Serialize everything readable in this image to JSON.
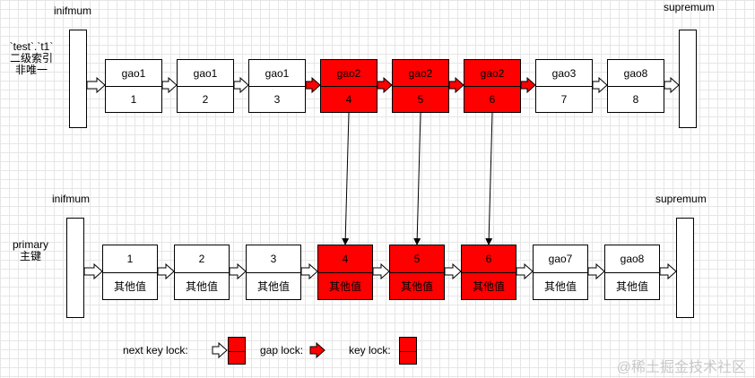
{
  "secondary_index": {
    "label_lines": [
      "`test`.`t1`",
      "二级索引",
      "非唯一"
    ],
    "inf_label": "inifmum",
    "sup_label": "supremum",
    "records": [
      {
        "key": "gao1",
        "id": "1",
        "locked": false,
        "arrow": "next-key"
      },
      {
        "key": "gao1",
        "id": "2",
        "locked": false,
        "arrow": "next-key"
      },
      {
        "key": "gao1",
        "id": "3",
        "locked": false,
        "arrow": "next-key"
      },
      {
        "key": "gao2",
        "id": "4",
        "locked": true,
        "arrow": "gap"
      },
      {
        "key": "gao2",
        "id": "5",
        "locked": true,
        "arrow": "gap"
      },
      {
        "key": "gao2",
        "id": "6",
        "locked": true,
        "arrow": "gap"
      },
      {
        "key": "gao3",
        "id": "7",
        "locked": false,
        "arrow": "gap"
      },
      {
        "key": "gao8",
        "id": "8",
        "locked": false,
        "arrow": "next-key"
      }
    ],
    "last_arrow": "next-key"
  },
  "primary_index": {
    "label_lines": [
      "primary",
      "主键"
    ],
    "inf_label": "inifmum",
    "sup_label": "supremum",
    "records": [
      {
        "key": "1",
        "value": "其他值",
        "locked": false,
        "arrow": "next-key"
      },
      {
        "key": "2",
        "value": "其他值",
        "locked": false,
        "arrow": "next-key"
      },
      {
        "key": "3",
        "value": "其他值",
        "locked": false,
        "arrow": "next-key"
      },
      {
        "key": "4",
        "value": "其他值",
        "locked": true,
        "arrow": "next-key"
      },
      {
        "key": "5",
        "value": "其他值",
        "locked": true,
        "arrow": "next-key"
      },
      {
        "key": "6",
        "value": "其他值",
        "locked": true,
        "arrow": "next-key"
      },
      {
        "key": "gao7",
        "value": "其他值",
        "locked": false,
        "arrow": "next-key"
      },
      {
        "key": "gao8",
        "value": "其他值",
        "locked": false,
        "arrow": "next-key"
      }
    ],
    "last_arrow": "next-key"
  },
  "links": [
    {
      "from_record": 3,
      "to_record": 3
    },
    {
      "from_record": 4,
      "to_record": 4
    },
    {
      "from_record": 5,
      "to_record": 5
    }
  ],
  "legend": {
    "next_key_label": "next key lock:",
    "gap_label": "gap lock:",
    "key_label": "key lock:"
  },
  "colors": {
    "lock": "#ff0000",
    "grid": "#e6e6e6",
    "line": "#000000"
  },
  "watermark": "@稀土掘金技术社区"
}
